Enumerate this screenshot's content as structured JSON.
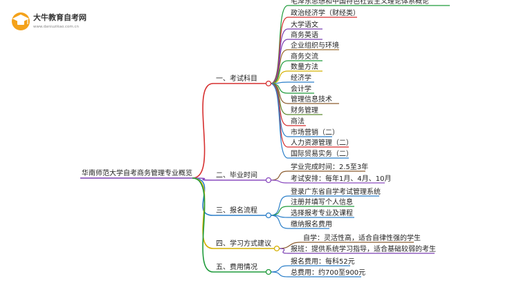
{
  "logo": {
    "title": "大牛教育自考网",
    "url": "www.daniuzikao.com.cn",
    "icon": "graduation-cap-icon"
  },
  "root": {
    "label": "华南师范大学自考商务管理专业概览"
  },
  "branches": [
    {
      "label": "一、考试科目",
      "color": "#d62f2f",
      "children": [
        {
          "label": "毛泽东思想和中国特色社会主义理论体系概论",
          "color": "#1f9b3b"
        },
        {
          "label": "政治经济学（财经类）",
          "color": "#d62f2f"
        },
        {
          "label": "大学语文",
          "color": "#7a3fb2"
        },
        {
          "label": "商务英语",
          "color": "#7a3fb2"
        },
        {
          "label": "企业组织与环境",
          "color": "#9a6b2c"
        },
        {
          "label": "商务交流",
          "color": "#1f9b3b"
        },
        {
          "label": "数量方法",
          "color": "#d4b000"
        },
        {
          "label": "经济学",
          "color": "#2b7fc9"
        },
        {
          "label": "会计学",
          "color": "#1f9b3b"
        },
        {
          "label": "管理信息技术",
          "color": "#8a5a2c"
        },
        {
          "label": "财务管理",
          "color": "#5a8a2c"
        },
        {
          "label": "商法",
          "color": "#d62f2f"
        },
        {
          "label": "市场营销（二）",
          "color": "#2b7fc9"
        },
        {
          "label": "人力资源管理（二）",
          "color": "#d62f2f"
        },
        {
          "label": "国际贸易实务（二）",
          "color": "#2b7fc9"
        }
      ]
    },
    {
      "label": "二、毕业时间",
      "color": "#8a4bbf",
      "children": [
        {
          "label": "学业完成时间：2.5至3年",
          "color": "#8a5a2c"
        },
        {
          "label": "考试安排：每年1月、4月、10月",
          "color": "#8a4bbf"
        }
      ]
    },
    {
      "label": "三、报名流程",
      "color": "#2b7fc9",
      "children": [
        {
          "label": "登录广东省自学考试管理系统",
          "color": "#2b7fc9"
        },
        {
          "label": "注册并填写个人信息",
          "color": "#1f9b3b"
        },
        {
          "label": "选择报考专业及课程",
          "color": "#2b7fc9"
        },
        {
          "label": "缴纳报名费用",
          "color": "#2b7fc9"
        }
      ]
    },
    {
      "label": "四、学习方式建议",
      "color": "#d4b000",
      "children": [
        {
          "label": "自学：灵活性高，适合自律性强的学生",
          "color": "#8a5a2c"
        },
        {
          "label": "报班：提供系统学习指导，适合基础较弱的考生",
          "color": "#7a3fb2"
        }
      ]
    },
    {
      "label": "五、费用情况",
      "color": "#1f9b3b",
      "children": [
        {
          "label": "报名费用：每科52元",
          "color": "#2b7fc9"
        },
        {
          "label": "总费用：约700至900元",
          "color": "#2b7fc9"
        }
      ]
    }
  ]
}
